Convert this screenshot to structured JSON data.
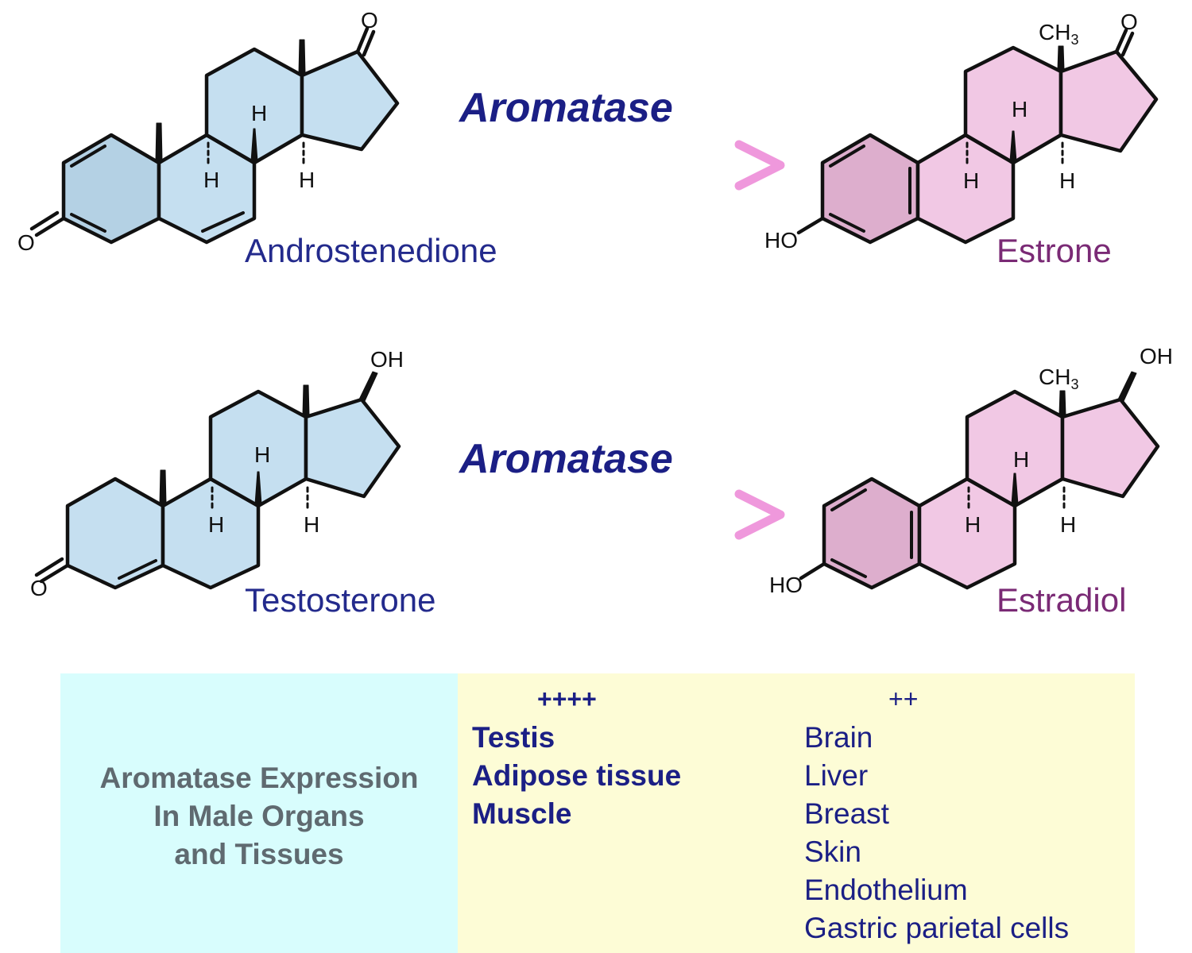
{
  "reactions": [
    {
      "substrate": "Androstenedione",
      "enzyme": "Aromatase",
      "product": "Estrone",
      "substrate_substituents": [
        "O",
        "O",
        "H",
        "H",
        "H"
      ],
      "product_substituents": [
        "HO",
        "O",
        "CH",
        "3",
        "H",
        "H",
        "H"
      ]
    },
    {
      "substrate": "Testosterone",
      "enzyme": "Aromatase",
      "product": "Estradiol",
      "substrate_substituents": [
        "O",
        "OH",
        "H",
        "H",
        "H"
      ],
      "product_substituents": [
        "HO",
        "OH",
        "CH",
        "3",
        "H",
        "H",
        "H"
      ]
    }
  ],
  "colors": {
    "androgen_fill": "#c5dff0",
    "androgen_a_ring": "#b4d1e4",
    "estrogen_fill": "#f1c8e4",
    "estrogen_a_ring": "#ddaecd",
    "arrow_start": "#6fd3f3",
    "arrow_end": "#ef98dc",
    "table_header_bg": "#d8fdfd",
    "table_body_bg": "#fdfcd6"
  },
  "expression_table": {
    "header": [
      "Aromatase Expression",
      "In Male Organs",
      "and Tissues"
    ],
    "high": {
      "mark": "++++",
      "items": [
        "Testis",
        "Adipose tissue",
        "Muscle"
      ]
    },
    "moderate": {
      "mark": "++",
      "items": [
        "Brain",
        "Liver",
        "Breast",
        "Skin",
        "Endothelium",
        "Gastric parietal cells"
      ]
    }
  }
}
